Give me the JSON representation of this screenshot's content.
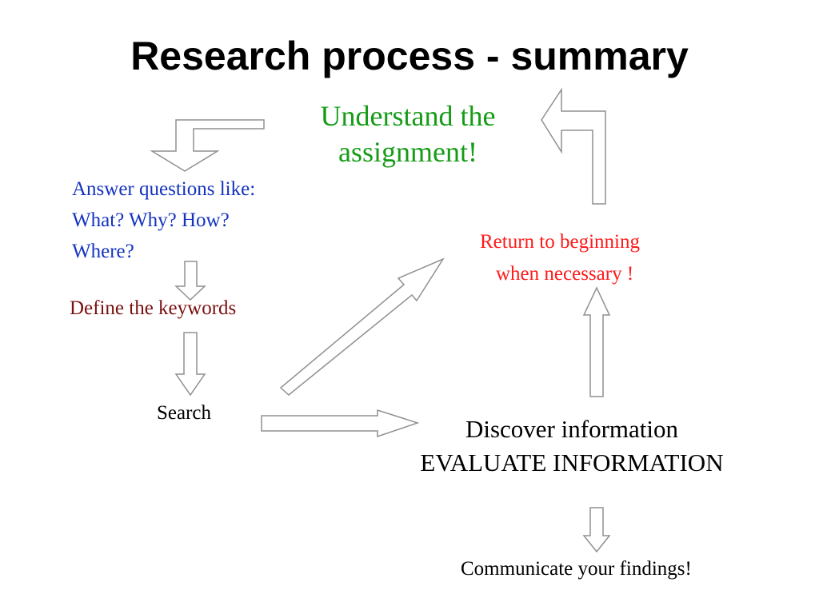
{
  "title": "Research process - summary",
  "steps": {
    "understand": {
      "lines": [
        "Understand the",
        "assignment!"
      ],
      "color": "#169c16"
    },
    "answer": {
      "lines": [
        "Answer questions like:",
        "What? Why? How?",
        "Where?"
      ],
      "color": "#1433c0"
    },
    "keywords": {
      "text": "Define the keywords",
      "color": "#7a1010"
    },
    "search": {
      "text": "Search",
      "color": "#000000"
    },
    "discover": {
      "lines": [
        "Discover information",
        "EVALUATE INFORMATION"
      ],
      "color": "#000000"
    },
    "return": {
      "lines": [
        "Return to beginning",
        "when necessary !"
      ],
      "color": "#ff1a1a"
    },
    "communicate": {
      "text": "Communicate your findings!",
      "color": "#000000"
    }
  }
}
